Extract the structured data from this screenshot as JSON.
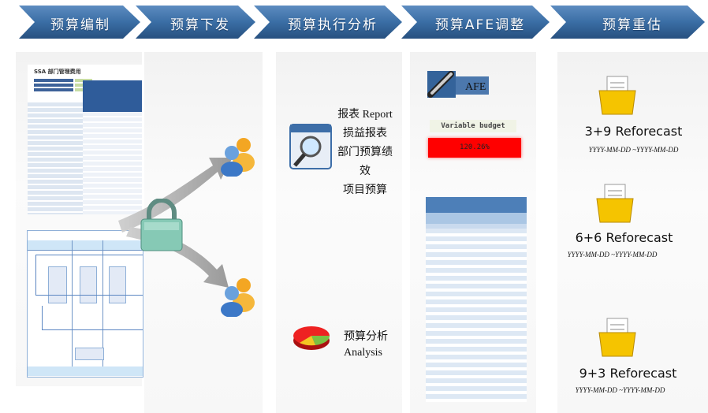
{
  "steps": [
    {
      "label": "预算编制"
    },
    {
      "label": "预算下发"
    },
    {
      "label": "预算执行分析"
    },
    {
      "label": "预算AFE调整"
    },
    {
      "label": "预算重估"
    }
  ],
  "colors": {
    "chevron": "#3a6ea5",
    "chevron_dark": "#27507f",
    "variance_bar": "#ff0000",
    "panel": "#f4f4f4"
  },
  "compile": {
    "sheet_title": "SSA 部门管理费用"
  },
  "distribute": {
    "icons": [
      "lock-icon",
      "users-icon"
    ]
  },
  "analysis": {
    "report_lines": [
      "报表 Report",
      "损益报表",
      "部门预算绩效",
      "项目预算"
    ],
    "analysis_lines": [
      "预算分析",
      "Analysis"
    ]
  },
  "afe": {
    "label": "AFE",
    "variable_budget_label": "Variable budget",
    "variable_budget_value": "120.26%"
  },
  "reforecast": [
    {
      "title": "3+9 Reforecast",
      "range": "YYYY-MM-DD ~YYYY-MM-DD"
    },
    {
      "title": "6+6 Reforecast",
      "range": "YYYY-MM-DD ~YYYY-MM-DD"
    },
    {
      "title": "9+3 Reforecast",
      "range": "YYYY-MM-DD ~YYYY-MM-DD"
    }
  ]
}
